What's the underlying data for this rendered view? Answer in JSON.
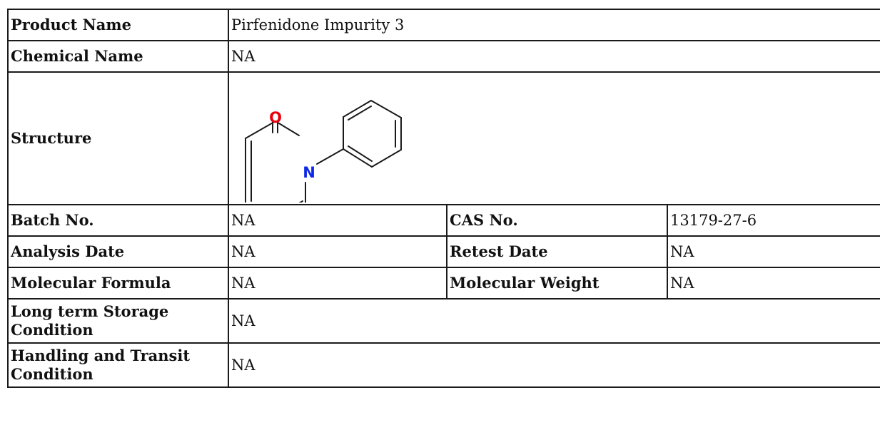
{
  "product": {
    "name_label": "Product Name",
    "name_value": "Pirfenidone Impurity 3",
    "chemical_name_label": "Chemical Name",
    "chemical_name_value": "NA",
    "structure_label": "Structure",
    "structure_atoms": {
      "oxygen": "O",
      "nitrogen": "N"
    },
    "batch_label": "Batch No.",
    "batch_value": "NA",
    "cas_label": "CAS No.",
    "cas_value": "13179-27-6",
    "analysis_date_label": "Analysis Date",
    "analysis_date_value": "NA",
    "retest_date_label": "Retest Date",
    "retest_date_value": "NA",
    "formula_label": "Molecular Formula",
    "formula_value": "NA",
    "weight_label": "Molecular Weight",
    "weight_value": "NA",
    "storage_label": "Long term Storage Condition",
    "storage_value": "NA",
    "handling_label": "Handling and Transit Condition",
    "handling_value": "NA"
  },
  "colors": {
    "oxygen": "#e8000b",
    "nitrogen": "#0d28e8",
    "border": "#1a1a1a"
  }
}
